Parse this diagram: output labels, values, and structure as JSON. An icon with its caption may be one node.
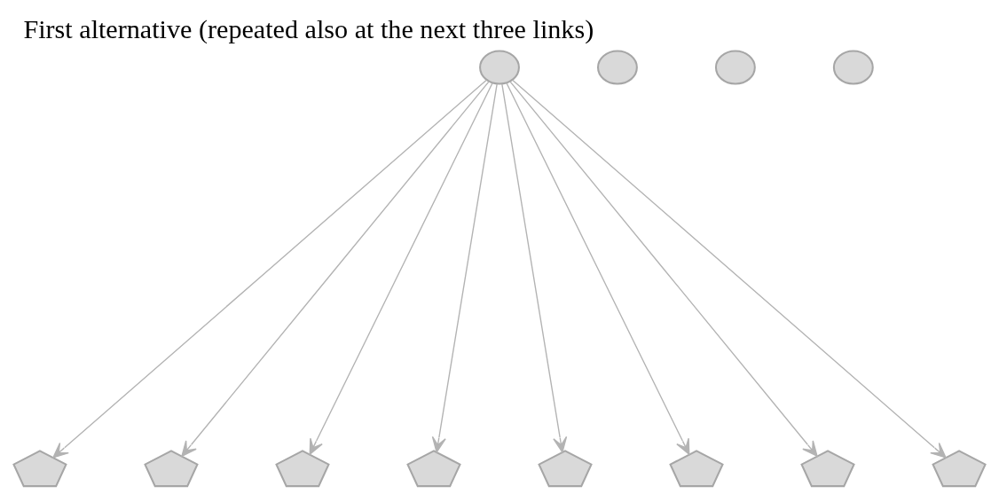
{
  "diagram": {
    "title": "First alternative (repeated also at the next three links)",
    "nodes": [
      {
        "text": [],
        "shape": "circle"
      },
      {
        "text": [],
        "shape": "circle"
      },
      {
        "text": [],
        "shape": "circle"
      },
      {
        "text": [],
        "shape": "circle"
      },
      {
        "text": [],
        "shape": "pentagon"
      },
      {
        "text": [],
        "shape": "pentagon"
      },
      {
        "text": [],
        "shape": "pentagon"
      },
      {
        "text": [],
        "shape": "pentagon"
      },
      {
        "text": [],
        "shape": "pentagon"
      },
      {
        "text": [],
        "shape": "pentagon"
      },
      {
        "text": [],
        "shape": "pentagon"
      },
      {
        "text": [],
        "shape": "pentagon"
      }
    ],
    "edges": [
      {
        "from": 0,
        "to": 4,
        "arrow": "to"
      },
      {
        "from": 0,
        "to": 5,
        "arrow": "to"
      },
      {
        "from": 0,
        "to": 6,
        "arrow": "to"
      },
      {
        "from": 0,
        "to": 7,
        "arrow": "to"
      },
      {
        "from": 0,
        "to": 8,
        "arrow": "to"
      },
      {
        "from": 0,
        "to": 9,
        "arrow": "to"
      },
      {
        "from": 0,
        "to": 10,
        "arrow": "to"
      },
      {
        "from": 0,
        "to": 11,
        "arrow": "to"
      }
    ]
  }
}
